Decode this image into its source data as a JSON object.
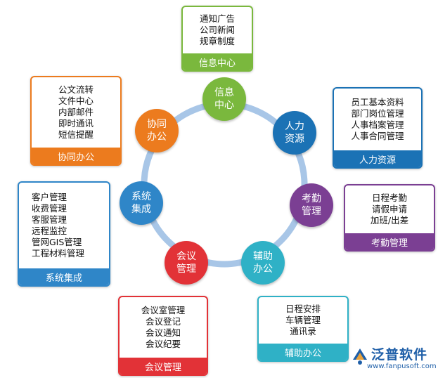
{
  "colors": {
    "green": "#7ab83d",
    "blue": "#1b72b5",
    "purple": "#7b3f93",
    "teal": "#2fb1c6",
    "red": "#e23237",
    "skyblue": "#2f86c8",
    "orange": "#ec7b1e",
    "ring": "#a8c6e7"
  },
  "nodes": [
    {
      "id": "info",
      "line1": "信息",
      "line2": "中心"
    },
    {
      "id": "hr",
      "line1": "人力",
      "line2": "资源"
    },
    {
      "id": "attendance",
      "line1": "考勤",
      "line2": "管理"
    },
    {
      "id": "assist",
      "line1": "辅助",
      "line2": "办公"
    },
    {
      "id": "meeting",
      "line1": "会议",
      "line2": "管理"
    },
    {
      "id": "system",
      "line1": "系统",
      "line2": "集成"
    },
    {
      "id": "collab",
      "line1": "协同",
      "line2": "办公"
    }
  ],
  "cards": [
    {
      "id": "info",
      "title": "信息中心",
      "items": [
        "通知广告",
        "公司新闻",
        "规章制度"
      ]
    },
    {
      "id": "hr",
      "title": "人力资源",
      "items": [
        "员工基本资料",
        "部门岗位管理",
        "人事档案管理",
        "人事合同管理"
      ]
    },
    {
      "id": "attendance",
      "title": "考勤管理",
      "items": [
        "日程考勤",
        "请假申请",
        "加班/出差"
      ]
    },
    {
      "id": "assist",
      "title": "辅助办公",
      "items": [
        "日程安排",
        "车辆管理",
        "通讯录"
      ]
    },
    {
      "id": "meeting",
      "title": "会议管理",
      "items": [
        "会议室管理",
        "会议登记",
        "会议通知",
        "会议纪要"
      ]
    },
    {
      "id": "system",
      "title": "系统集成",
      "items": [
        "客户管理",
        "收费管理",
        "客服管理",
        "远程监控",
        "管网GIS管理",
        "工程材料管理"
      ]
    },
    {
      "id": "collab",
      "title": "协同办公",
      "items": [
        "公文流转",
        "文件中心",
        "内部邮件",
        "即时通讯",
        "短信提醒"
      ]
    }
  ],
  "logo": {
    "name": "泛普软件",
    "url": "www.fanpusoft.com"
  }
}
